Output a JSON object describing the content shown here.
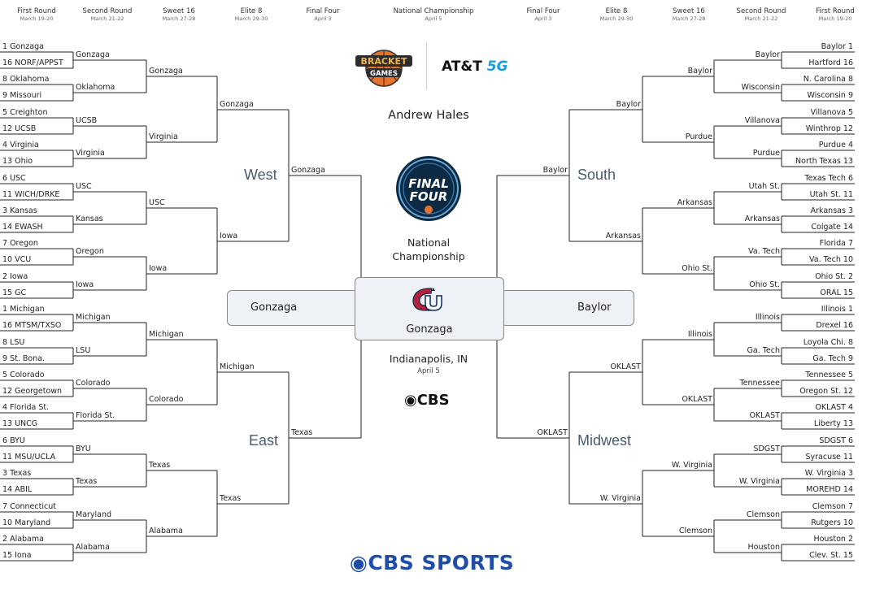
{
  "headers": [
    {
      "title": "First Round",
      "dates": "March 19-20"
    },
    {
      "title": "Second Round",
      "dates": "March 21-22"
    },
    {
      "title": "Sweet 16",
      "dates": "March 27-28"
    },
    {
      "title": "Elite 8",
      "dates": "March 29-30"
    },
    {
      "title": "Final Four",
      "dates": "April 3"
    },
    {
      "title": "National Championship",
      "dates": "April 5"
    },
    {
      "title": "Final Four",
      "dates": "April 3"
    },
    {
      "title": "Elite 8",
      "dates": "March 29-30"
    },
    {
      "title": "Sweet 16",
      "dates": "March 27-28"
    },
    {
      "title": "Second Round",
      "dates": "March 21-22"
    },
    {
      "title": "First Round",
      "dates": "March 19-20"
    }
  ],
  "regions": {
    "top_left": "West",
    "bottom_left": "East",
    "top_right": "South",
    "bottom_right": "Midwest"
  },
  "left": {
    "r1": [
      "1 Gonzaga",
      "16 NORF/APPST",
      "8 Oklahoma",
      "9 Missouri",
      "5 Creighton",
      "12 UCSB",
      "4 Virginia",
      "13 Ohio",
      "6 USC",
      "11 WICH/DRKE",
      "3 Kansas",
      "14 EWASH",
      "7 Oregon",
      "10 VCU",
      "2 Iowa",
      "15 GC",
      "1 Michigan",
      "16 MTSM/TXSO",
      "8 LSU",
      "9 St. Bona.",
      "5 Colorado",
      "12 Georgetown",
      "4 Florida St.",
      "13 UNCG",
      "6 BYU",
      "11 MSU/UCLA",
      "3 Texas",
      "14 ABIL",
      "7 Connecticut",
      "10 Maryland",
      "2 Alabama",
      "15 Iona"
    ],
    "r2": [
      "Gonzaga",
      "Oklahoma",
      "UCSB",
      "Virginia",
      "USC",
      "Kansas",
      "Oregon",
      "Iowa",
      "Michigan",
      "LSU",
      "Colorado",
      "Florida St.",
      "BYU",
      "Texas",
      "Maryland",
      "Alabama"
    ],
    "r3": [
      "Gonzaga",
      "Virginia",
      "USC",
      "Iowa",
      "Michigan",
      "Colorado",
      "Texas",
      "Alabama"
    ],
    "r4": [
      "Gonzaga",
      "Iowa",
      "Michigan",
      "Texas"
    ],
    "r5": [
      "Gonzaga",
      "Texas"
    ]
  },
  "right": {
    "r1": [
      "Baylor 1",
      "Hartford 16",
      "N. Carolina 8",
      "Wisconsin 9",
      "Villanova 5",
      "Winthrop 12",
      "Purdue 4",
      "North Texas 13",
      "Texas Tech 6",
      "Utah St. 11",
      "Arkansas 3",
      "Colgate 14",
      "Florida 7",
      "Va. Tech 10",
      "Ohio St. 2",
      "ORAL 15",
      "Illinois 1",
      "Drexel 16",
      "Loyola Chi. 8",
      "Ga. Tech 9",
      "Tennessee 5",
      "Oregon St. 12",
      "OKLAST 4",
      "Liberty 13",
      "SDGST 6",
      "Syracuse 11",
      "W. Virginia 3",
      "MOREHD 14",
      "Clemson 7",
      "Rutgers 10",
      "Houston 2",
      "Clev. St. 15"
    ],
    "r2": [
      "Baylor",
      "Wisconsin",
      "Villanova",
      "Purdue",
      "Utah St.",
      "Arkansas",
      "Va. Tech",
      "Ohio St.",
      "Illinois",
      "Ga. Tech",
      "Tennessee",
      "OKLAST",
      "SDGST",
      "W. Virginia",
      "Clemson",
      "Houston"
    ],
    "r3": [
      "Baylor",
      "Purdue",
      "Arkansas",
      "Ohio St.",
      "Illinois",
      "OKLAST",
      "W. Virginia",
      "Clemson"
    ],
    "r4": [
      "Baylor",
      "Arkansas",
      "OKLAST",
      "W. Virginia"
    ],
    "r5": [
      "Baylor",
      "OKLAST"
    ]
  },
  "center": {
    "bracket_logo_line1": "BRACKET",
    "bracket_logo_line2": "GAMES",
    "sponsor": "AT&T",
    "sponsor_suffix": "5G",
    "author": "Andrew Hales",
    "ff_logo_line1": "FINAL",
    "ff_logo_line2": "FOUR",
    "nc_line1": "National",
    "nc_line2": "Championship",
    "finalist_left": "Gonzaga",
    "finalist_right": "Baylor",
    "champion": "Gonzaga",
    "location": "Indianapolis, IN",
    "date": "April 5",
    "network": "CBS",
    "footer_brand": "CBS SPORTS"
  },
  "colors": {
    "line": "#222222",
    "region": "#4a5a6e",
    "box": "#eef1f5",
    "cbs_blue": "#1f4ea8",
    "att_blue": "#1a9ddb",
    "gonzaga_red": "#b4213a",
    "logo_orange": "#e6722b"
  }
}
